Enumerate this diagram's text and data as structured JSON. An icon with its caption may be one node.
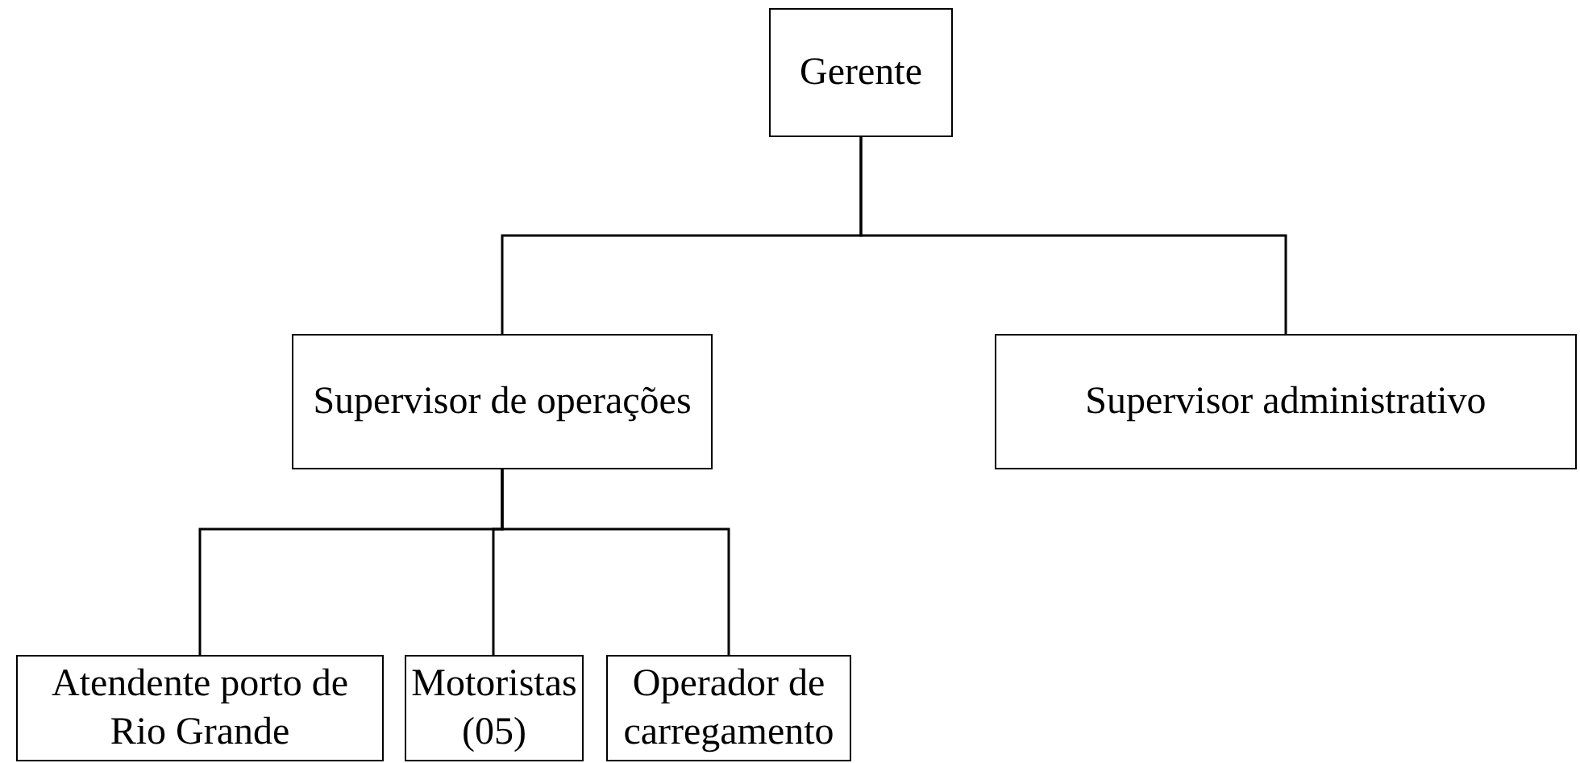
{
  "diagram": {
    "nodes": [
      {
        "text": [
          "Gerente"
        ]
      },
      {
        "text": [
          "Supervisor de operações"
        ]
      },
      {
        "text": [
          "Supervisor administrativo"
        ]
      },
      {
        "text": [
          "Atendente porto de Rio Grande"
        ]
      },
      {
        "text": [
          "Motoristas (05)"
        ]
      },
      {
        "text": [
          "Operador de carregamento"
        ]
      }
    ],
    "edges": [
      {
        "from": 0,
        "to": 1,
        "arrow": "none"
      },
      {
        "from": 0,
        "to": 2,
        "arrow": "none"
      },
      {
        "from": 1,
        "to": 3,
        "arrow": "none"
      },
      {
        "from": 1,
        "to": 4,
        "arrow": "none"
      },
      {
        "from": 1,
        "to": 5,
        "arrow": "none"
      }
    ]
  }
}
